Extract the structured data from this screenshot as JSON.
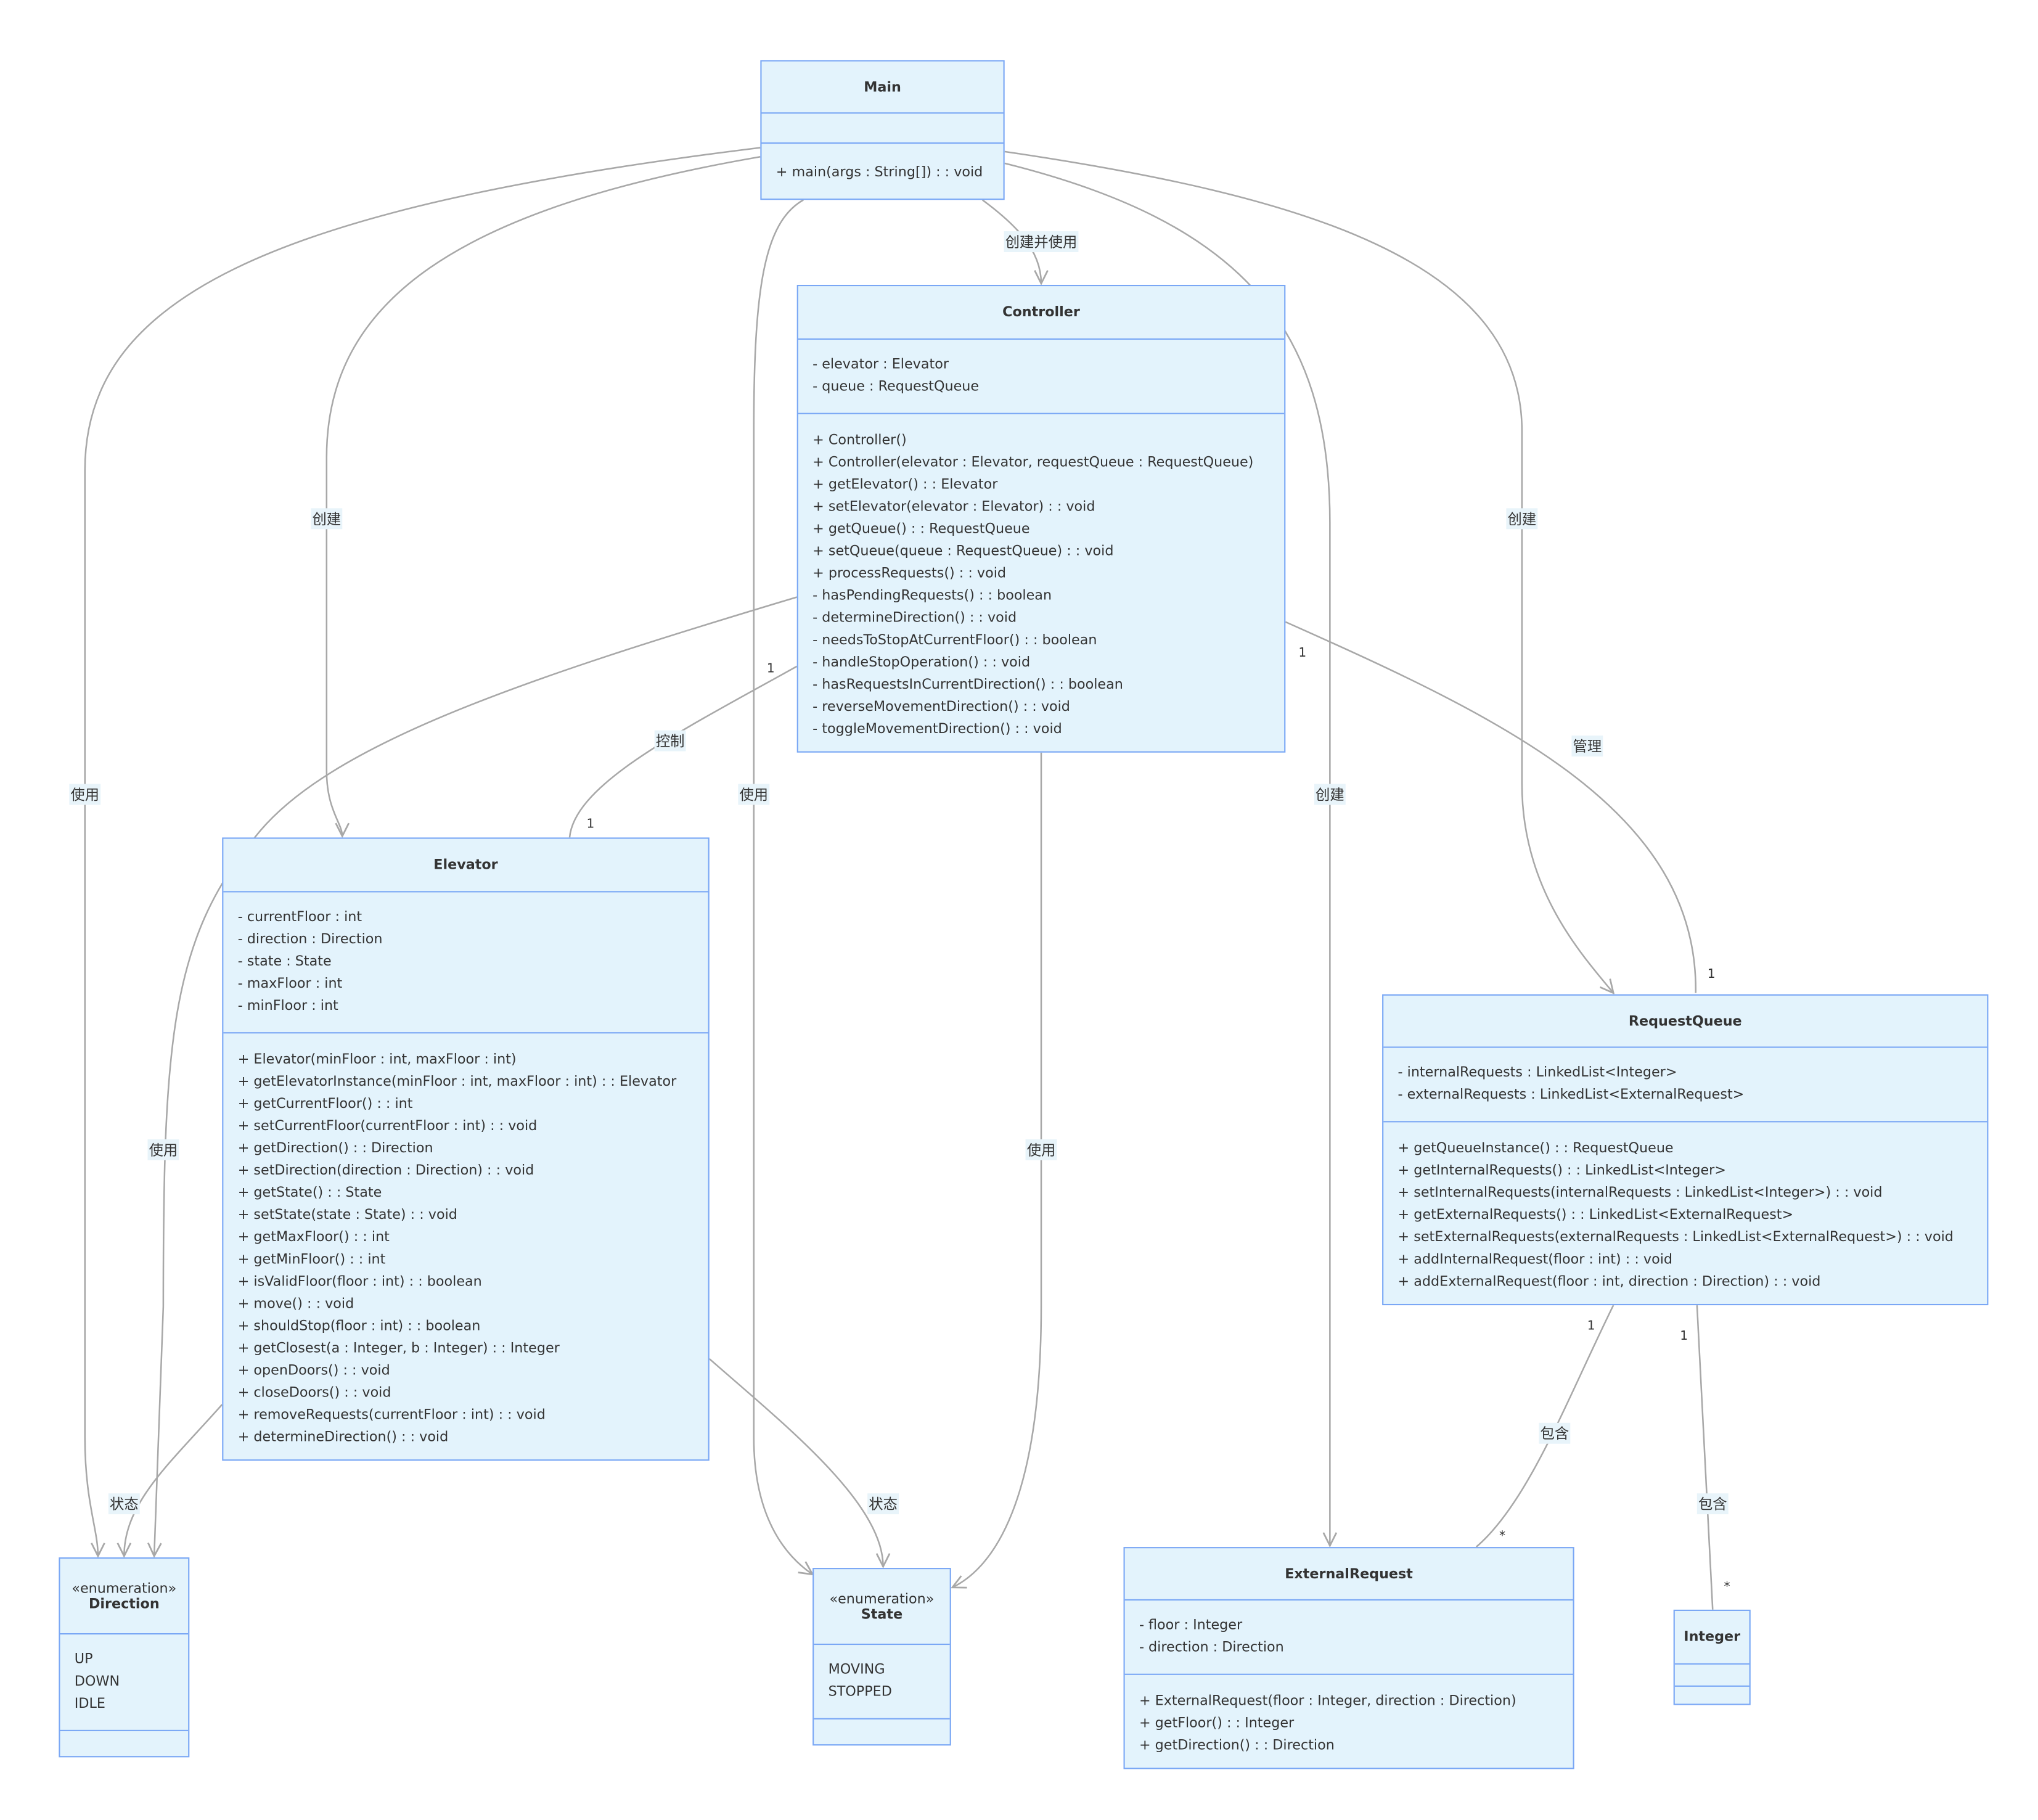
{
  "colors": {
    "box_fill": "#e3f3fc",
    "box_border": "#7aa7f5",
    "edge": "#a8a8a8",
    "label_bg": "#e8f4fa"
  },
  "classes": [
    {
      "id": "main",
      "name": "Main",
      "stereotype": "",
      "attributes": [],
      "methods": [
        "+ main(args : String[]) : : void"
      ]
    },
    {
      "id": "controller",
      "name": "Controller",
      "stereotype": "",
      "attributes": [
        "- elevator : Elevator",
        "- queue : RequestQueue"
      ],
      "methods": [
        "+ Controller()",
        "+ Controller(elevator : Elevator, requestQueue : RequestQueue)",
        "+ getElevator() : : Elevator",
        "+ setElevator(elevator : Elevator) : : void",
        "+ getQueue() : : RequestQueue",
        "+ setQueue(queue : RequestQueue) : : void",
        "+ processRequests() : : void",
        "- hasPendingRequests() : : boolean",
        "- determineDirection() : : void",
        "- needsToStopAtCurrentFloor() : : boolean",
        "- handleStopOperation() : : void",
        "- hasRequestsInCurrentDirection() : : boolean",
        "- reverseMovementDirection() : : void",
        "- toggleMovementDirection() : : void"
      ]
    },
    {
      "id": "elevator",
      "name": "Elevator",
      "stereotype": "",
      "attributes": [
        "- currentFloor : int",
        "- direction : Direction",
        "- state : State",
        "- maxFloor : int",
        "- minFloor : int"
      ],
      "methods": [
        "+ Elevator(minFloor : int, maxFloor : int)",
        "+ getElevatorInstance(minFloor : int, maxFloor : int) : : Elevator",
        "+ getCurrentFloor() : : int",
        "+ setCurrentFloor(currentFloor : int) : : void",
        "+ getDirection() : : Direction",
        "+ setDirection(direction : Direction) : : void",
        "+ getState() : : State",
        "+ setState(state : State) : : void",
        "+ getMaxFloor() : : int",
        "+ getMinFloor() : : int",
        "+ isValidFloor(floor : int) : : boolean",
        "+ move() : : void",
        "+ shouldStop(floor : int) : : boolean",
        "+ getClosest(a : Integer, b : Integer) : : Integer",
        "+ openDoors() : : void",
        "+ closeDoors() : : void",
        "+ removeRequests(currentFloor : int) : : void",
        "+ determineDirection() : : void"
      ]
    },
    {
      "id": "requestqueue",
      "name": "RequestQueue",
      "stereotype": "",
      "attributes": [
        "- internalRequests : LinkedList<Integer>",
        "- externalRequests : LinkedList<ExternalRequest>"
      ],
      "methods": [
        "+ getQueueInstance() : : RequestQueue",
        "+ getInternalRequests() : : LinkedList<Integer>",
        "+ setInternalRequests(internalRequests : LinkedList<Integer>) : : void",
        "+ getExternalRequests() : : LinkedList<ExternalRequest>",
        "+ setExternalRequests(externalRequests : LinkedList<ExternalRequest>) : : void",
        "+ addInternalRequest(floor : int) : : void",
        "+ addExternalRequest(floor : int, direction : Direction) : : void"
      ]
    },
    {
      "id": "direction",
      "name": "Direction",
      "stereotype": "«enumeration»",
      "attributes": [
        "UP",
        "DOWN",
        "IDLE"
      ],
      "methods": []
    },
    {
      "id": "state",
      "name": "State",
      "stereotype": "«enumeration»",
      "attributes": [
        "MOVING",
        "STOPPED"
      ],
      "methods": []
    },
    {
      "id": "externalrequest",
      "name": "ExternalRequest",
      "stereotype": "",
      "attributes": [
        "- floor : Integer",
        "- direction : Direction"
      ],
      "methods": [
        "+ ExternalRequest(floor : Integer, direction : Direction)",
        "+ getFloor() : : Integer",
        "+ getDirection() : : Direction"
      ]
    },
    {
      "id": "integer",
      "name": "Integer",
      "stereotype": "",
      "attributes": [],
      "methods": []
    }
  ],
  "relations": [
    {
      "id": "main-direction",
      "from": "Main",
      "to": "Direction",
      "label": "使用",
      "arrow": true
    },
    {
      "id": "main-elevator",
      "from": "Main",
      "to": "Elevator",
      "label": "创建",
      "arrow": true
    },
    {
      "id": "main-state",
      "from": "Main",
      "to": "State",
      "label": "使用",
      "arrow": true
    },
    {
      "id": "main-controller",
      "from": "Main",
      "to": "Controller",
      "label": "创建并使用",
      "arrow": true
    },
    {
      "id": "main-externalrequest",
      "from": "Main",
      "to": "ExternalRequest",
      "label": "创建",
      "arrow": true
    },
    {
      "id": "main-requestqueue",
      "from": "Main",
      "to": "RequestQueue",
      "label": "创建",
      "arrow": true
    },
    {
      "id": "controller-elevator",
      "from": "Controller",
      "to": "Elevator",
      "label": "控制",
      "arrow": false,
      "from_mult": "1",
      "to_mult": "1"
    },
    {
      "id": "controller-direction",
      "from": "Controller",
      "to": "Direction",
      "label": "使用",
      "arrow": true
    },
    {
      "id": "elevator-direction",
      "from": "Elevator",
      "to": "Direction",
      "label": "状态",
      "arrow": true
    },
    {
      "id": "elevator-state",
      "from": "Elevator",
      "to": "State",
      "label": "状态",
      "arrow": true
    },
    {
      "id": "controller-state",
      "from": "Controller",
      "to": "State",
      "label": "使用",
      "arrow": true
    },
    {
      "id": "controller-requestqueue",
      "from": "Controller",
      "to": "RequestQueue",
      "label": "管理",
      "arrow": false,
      "from_mult": "1",
      "to_mult": "1"
    },
    {
      "id": "requestqueue-externalrequest",
      "from": "RequestQueue",
      "to": "ExternalRequest",
      "label": "包含",
      "arrow": false,
      "from_mult": "1",
      "to_mult": "*"
    },
    {
      "id": "requestqueue-integer",
      "from": "RequestQueue",
      "to": "Integer",
      "label": "包含",
      "arrow": false,
      "from_mult": "1",
      "to_mult": "*"
    }
  ]
}
